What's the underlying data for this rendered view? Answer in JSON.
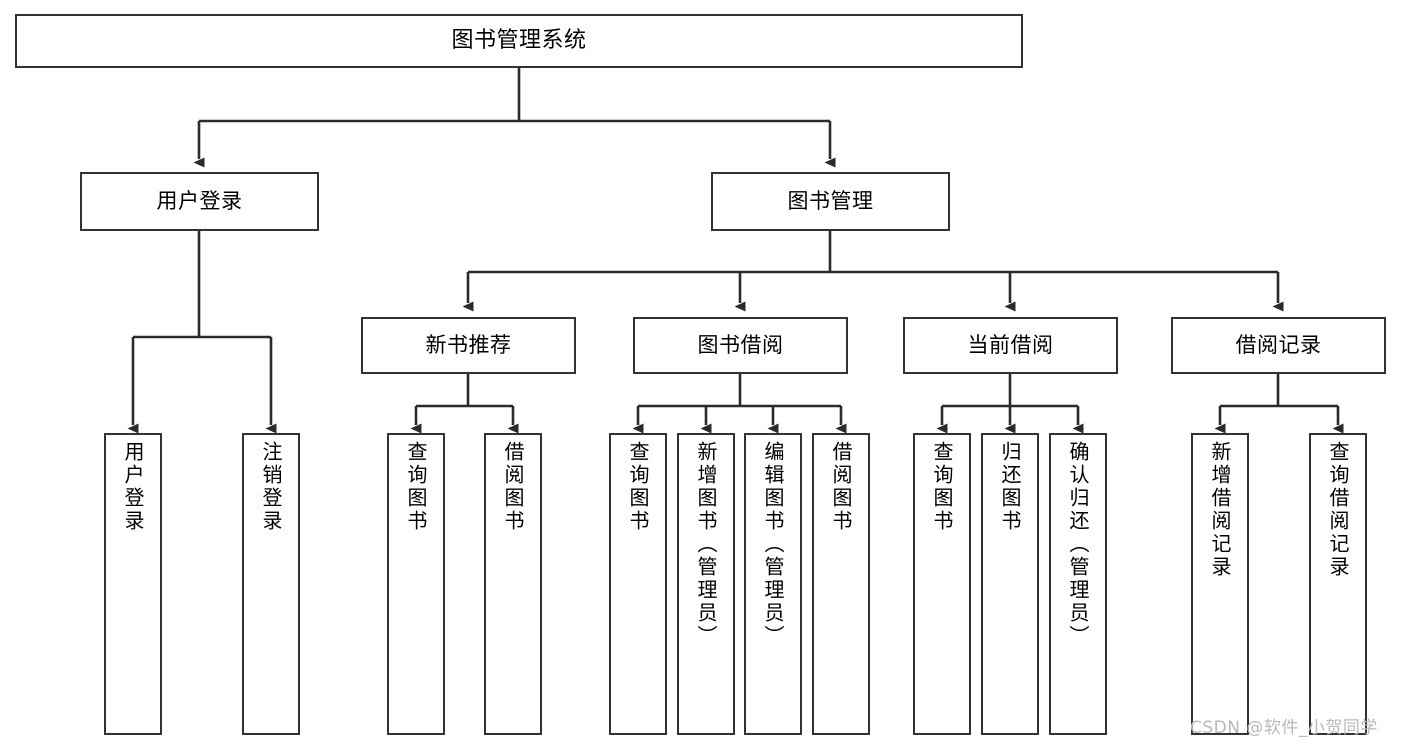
{
  "diagram": {
    "type": "tree-hierarchy",
    "title": "图书管理系统",
    "orientation": "top-down",
    "colors": {
      "box_border": "#333333",
      "box_fill": "#ffffff",
      "edge": "#2b2b2b",
      "text": "#000000",
      "watermark": "#b9b9b9"
    },
    "levels": [
      {
        "level": 1,
        "nodes": [
          {
            "id": "root",
            "label": "图书管理系统",
            "orientation": "horizontal"
          }
        ]
      },
      {
        "level": 2,
        "nodes": [
          {
            "id": "login",
            "label": "用户登录",
            "orientation": "horizontal",
            "parent": "root"
          },
          {
            "id": "bookmgmt",
            "label": "图书管理",
            "orientation": "horizontal",
            "parent": "root"
          }
        ]
      },
      {
        "level": 3,
        "nodes": [
          {
            "id": "newbook",
            "label": "新书推荐",
            "orientation": "horizontal",
            "parent": "bookmgmt"
          },
          {
            "id": "borrow",
            "label": "图书借阅",
            "orientation": "horizontal",
            "parent": "bookmgmt"
          },
          {
            "id": "current",
            "label": "当前借阅",
            "orientation": "horizontal",
            "parent": "bookmgmt"
          },
          {
            "id": "records",
            "label": "借阅记录",
            "orientation": "horizontal",
            "parent": "bookmgmt"
          }
        ]
      },
      {
        "level": 4,
        "nodes": [
          {
            "id": "leaf1",
            "label": "用户登录",
            "orientation": "vertical",
            "parent": "login"
          },
          {
            "id": "leaf2",
            "label": "注销登录",
            "orientation": "vertical",
            "parent": "login"
          },
          {
            "id": "leaf3",
            "label": "查询图书",
            "orientation": "vertical",
            "parent": "newbook"
          },
          {
            "id": "leaf4",
            "label": "借阅图书",
            "orientation": "vertical",
            "parent": "newbook"
          },
          {
            "id": "leaf5",
            "label": "查询图书",
            "orientation": "vertical",
            "parent": "borrow"
          },
          {
            "id": "leaf6",
            "label": "新增图书（管理员）",
            "orientation": "vertical",
            "parent": "borrow"
          },
          {
            "id": "leaf7",
            "label": "编辑图书（管理员）",
            "orientation": "vertical",
            "parent": "borrow"
          },
          {
            "id": "leaf8",
            "label": "借阅图书",
            "orientation": "vertical",
            "parent": "borrow"
          },
          {
            "id": "leaf9",
            "label": "查询图书",
            "orientation": "vertical",
            "parent": "current"
          },
          {
            "id": "leaf10",
            "label": "归还图书",
            "orientation": "vertical",
            "parent": "current"
          },
          {
            "id": "leaf11",
            "label": "确认归还（管理员）",
            "orientation": "vertical",
            "parent": "current"
          },
          {
            "id": "leaf12",
            "label": "新增借阅记录",
            "orientation": "vertical",
            "parent": "records"
          },
          {
            "id": "leaf13",
            "label": "查询借阅记录",
            "orientation": "vertical",
            "parent": "records"
          }
        ]
      }
    ]
  },
  "watermark": {
    "text": "CSDN @软件_小贺同学"
  }
}
